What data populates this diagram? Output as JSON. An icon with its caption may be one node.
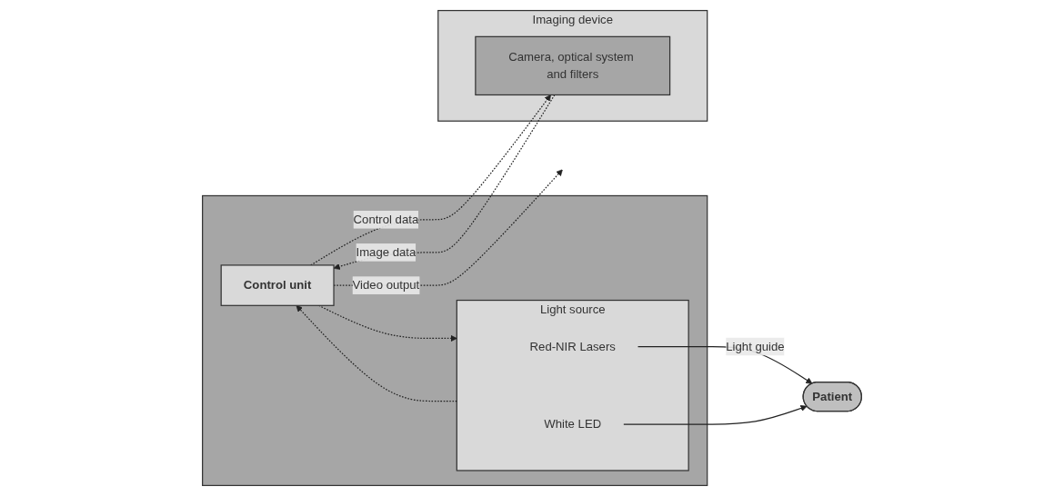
{
  "diagram": {
    "nodes": [
      {
        "text": [],
        "shape": "box"
      },
      {
        "text": [
          "Control unit"
        ],
        "in": 0
      },
      {
        "text": [
          "Light source"
        ],
        "in": 0
      },
      {
        "text": [
          "Red-NIR Lasers"
        ],
        "in": 2
      },
      {
        "text": [
          "White LED"
        ],
        "in": 2
      },
      {
        "text": [
          "Imaging device"
        ]
      },
      {
        "text": [
          "Camera, optical system and filters"
        ],
        "in": 5
      },
      {
        "text": [
          "Patient"
        ]
      }
    ],
    "edges": [
      {
        "from": 1,
        "to": null,
        "arrow": "to",
        "label": "Video output",
        "style": "dashed"
      },
      {
        "from": 1,
        "to": 2,
        "arrow": "to",
        "style": "dashed"
      },
      {
        "from": 2,
        "to": 1,
        "arrow": "to",
        "style": "dashed"
      },
      {
        "from": 6,
        "to": 1,
        "arrow": "to",
        "label": "Image data",
        "style": "dashed"
      },
      {
        "from": 1,
        "to": 6,
        "arrow": "to",
        "label": "Control data",
        "style": "dashed"
      },
      {
        "from": 3,
        "to": 7,
        "arrow": "to",
        "label": "Light guide"
      },
      {
        "from": 4,
        "to": 7,
        "arrow": "to"
      }
    ]
  }
}
